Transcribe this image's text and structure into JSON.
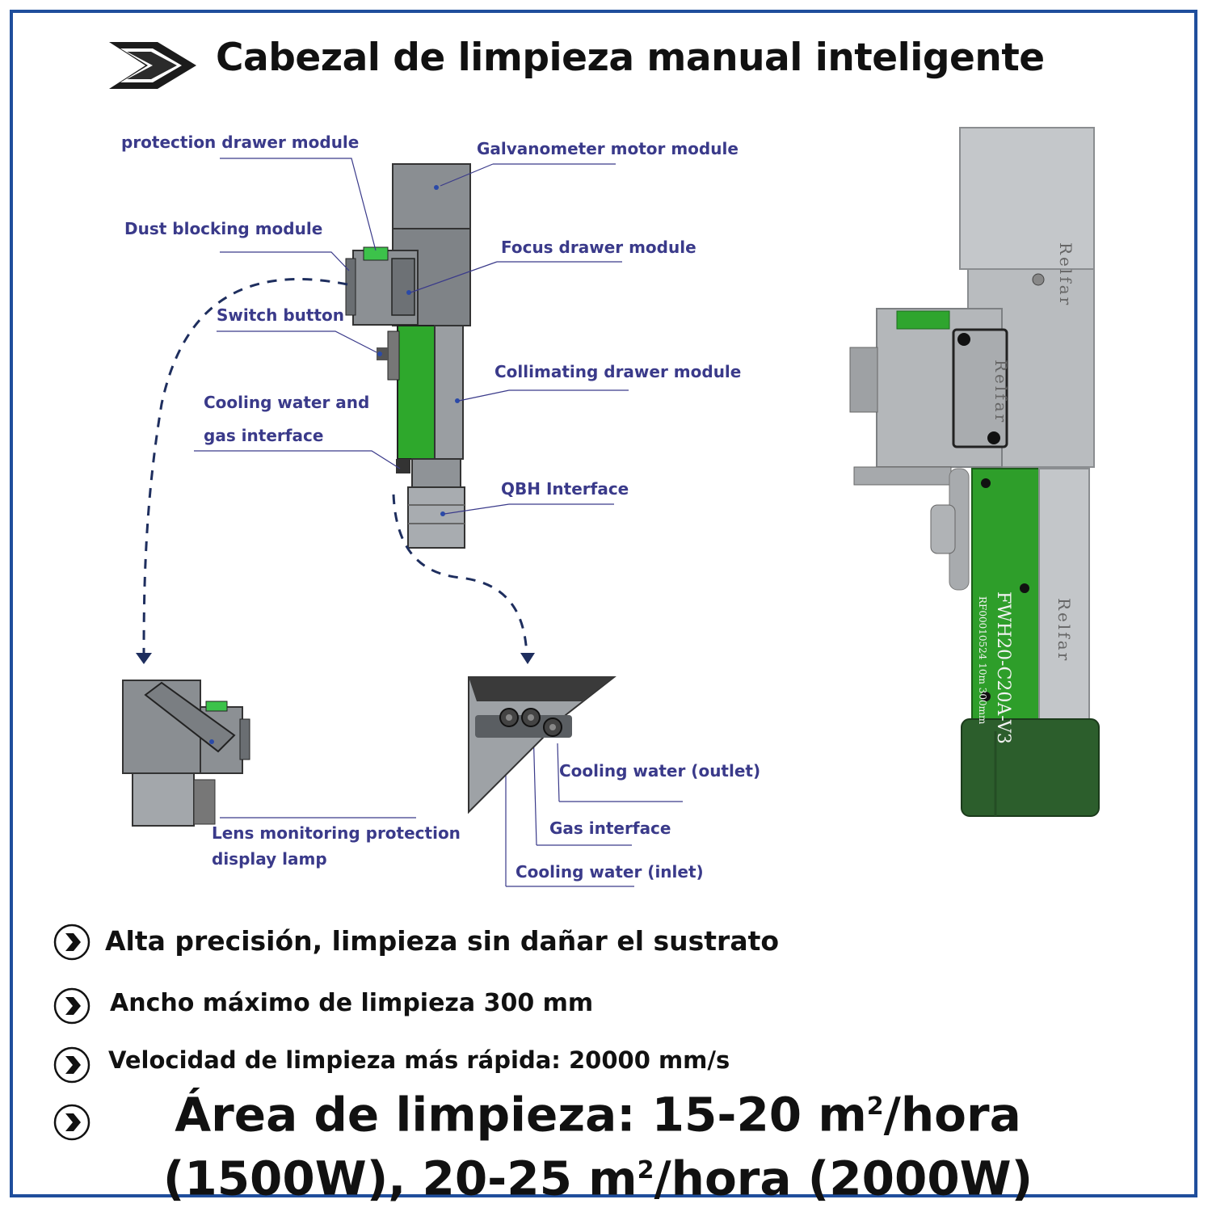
{
  "title": "Cabezal de limpieza manual inteligente",
  "labels": {
    "protection_drawer": "protection drawer module",
    "galvanometer": "Galvanometer motor module",
    "dust_blocking": "Dust blocking module",
    "focus_drawer": "Focus drawer module",
    "switch_button": "Switch button",
    "collimating_drawer": "Collimating drawer module",
    "cooling_gas_line1": "Cooling water and",
    "cooling_gas_line2": "gas interface",
    "qbh": "QBH Interface",
    "lens_monitor_line1": "Lens monitoring protection",
    "lens_monitor_line2": "display lamp",
    "cooling_outlet": "Cooling water (outlet)",
    "gas_interface": "Gas interface",
    "cooling_inlet": "Cooling water (inlet)"
  },
  "product": {
    "brand": "Relfar",
    "model": "FWH20-C20A-V3",
    "serial": "RF00010524 10m 300mm"
  },
  "features": [
    "Alta precisión, limpieza sin dañar el sustrato",
    "Ancho máximo de limpieza 300 mm",
    "Velocidad de limpieza más rápida: 20000 mm/s"
  ],
  "area": {
    "line1_a": "Área de limpieza: 15-20 m",
    "sup": "2",
    "line1_b": "/hora",
    "line2_a": "(1500W), 20-25 m",
    "line2_b": "/hora (2000W)"
  },
  "colors": {
    "border": "#1f4e9c",
    "label": "#3a3a8a",
    "green": "#2e9e2a",
    "metal": "#b8bcc0"
  }
}
